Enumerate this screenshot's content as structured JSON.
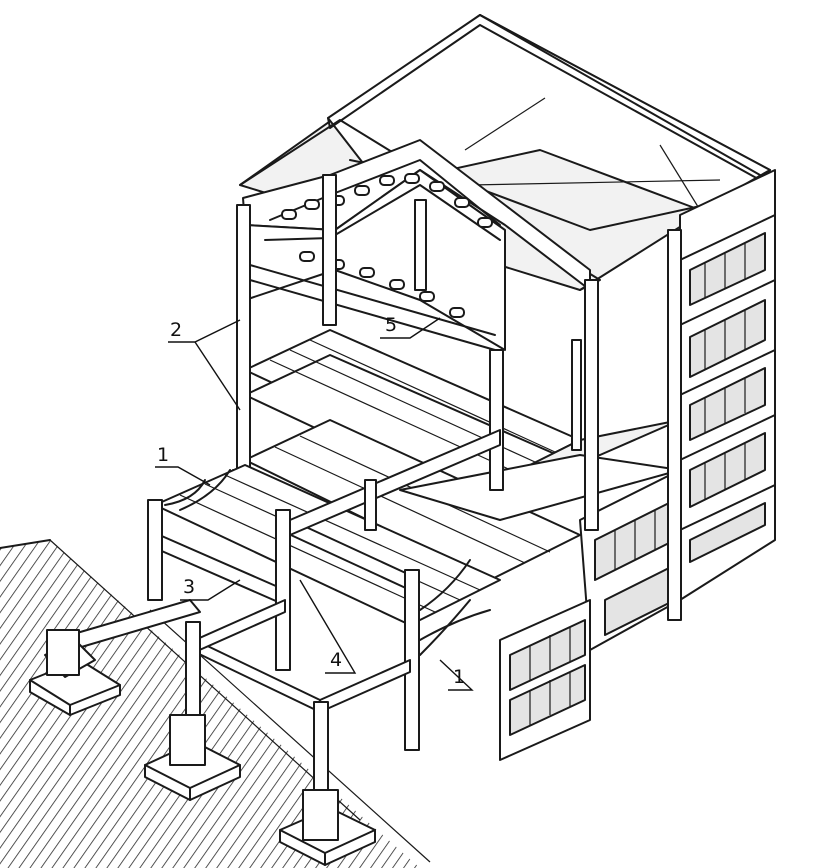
{
  "callouts": [
    {
      "id": "c1a",
      "label": "1"
    },
    {
      "id": "c1b",
      "label": "1"
    },
    {
      "id": "c2",
      "label": "2"
    },
    {
      "id": "c3",
      "label": "3"
    },
    {
      "id": "c4",
      "label": "4"
    },
    {
      "id": "c5",
      "label": "5"
    }
  ]
}
